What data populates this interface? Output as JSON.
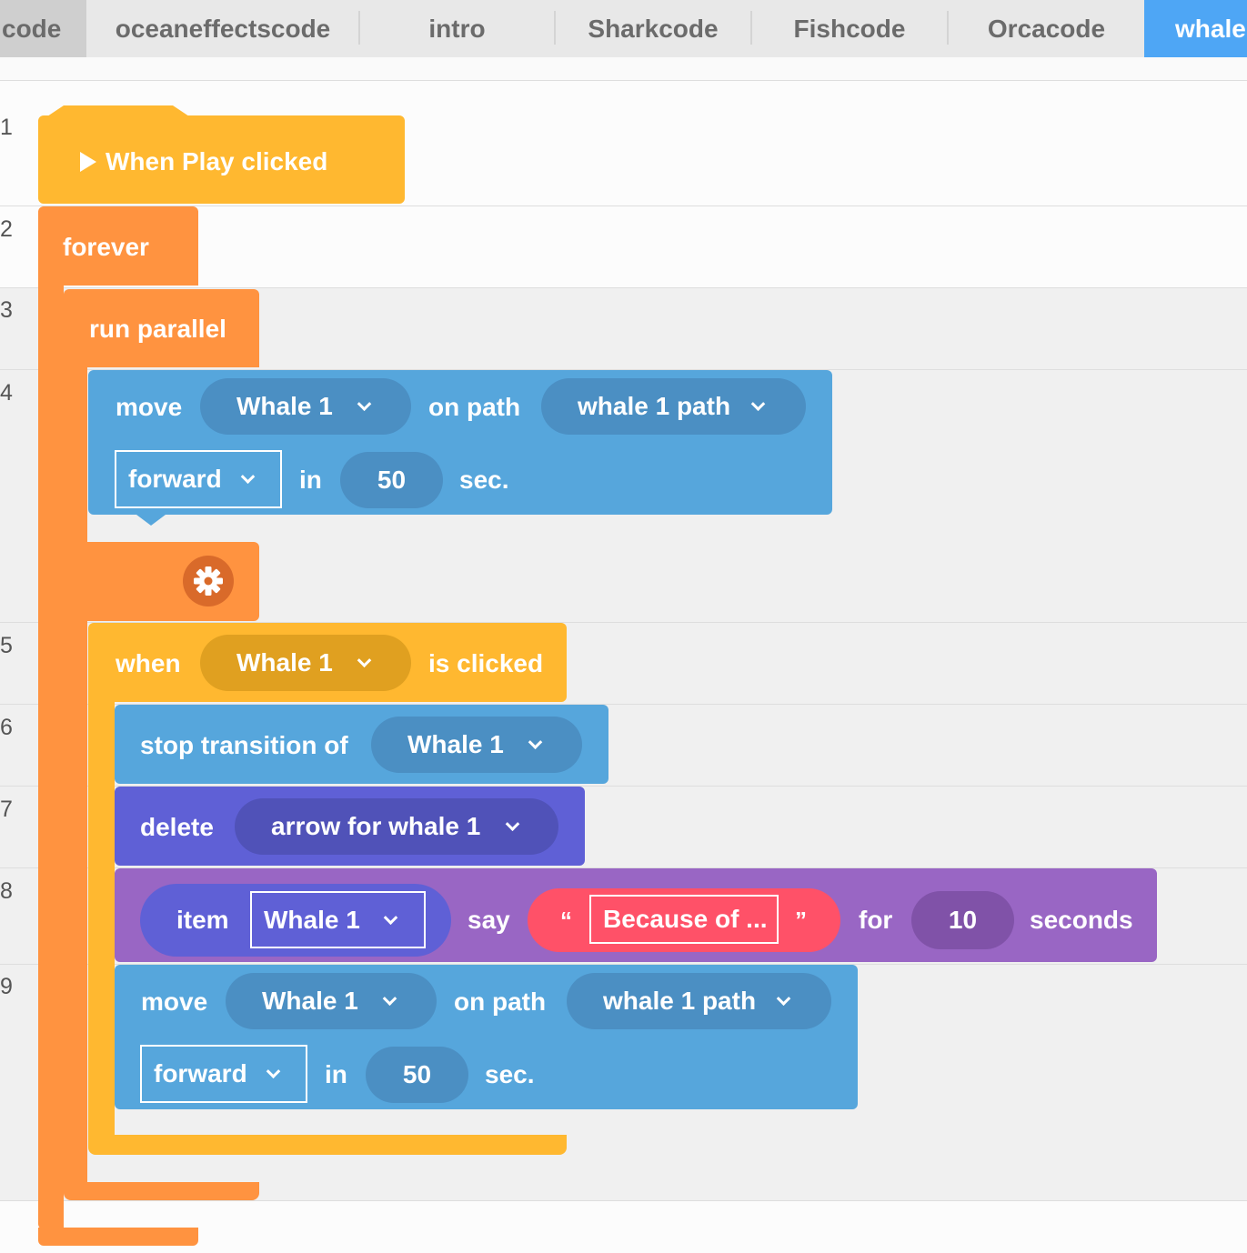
{
  "tabs": {
    "items": [
      {
        "label": "code"
      },
      {
        "label": "oceaneffectscode"
      },
      {
        "label": "intro"
      },
      {
        "label": "Sharkcode"
      },
      {
        "label": "Fishcode"
      },
      {
        "label": "Orcacode"
      },
      {
        "label": "whale"
      }
    ],
    "active_index": 6
  },
  "line_numbers": [
    "1",
    "2",
    "3",
    "4",
    "5",
    "6",
    "7",
    "8",
    "9"
  ],
  "blocks": {
    "when_play": {
      "label": "When Play clicked"
    },
    "forever": {
      "label": "forever"
    },
    "run_parallel": {
      "label": "run parallel"
    },
    "move1": {
      "move": "move",
      "target": "Whale 1",
      "on_path": "on path",
      "path": "whale 1 path",
      "direction": "forward",
      "in": "in",
      "duration": "50",
      "unit": "sec."
    },
    "when_clicked": {
      "when": "when",
      "target": "Whale 1",
      "is_clicked": "is clicked"
    },
    "stop_transition": {
      "label": "stop transition of",
      "target": "Whale 1"
    },
    "delete": {
      "label": "delete",
      "target": "arrow for whale 1"
    },
    "say": {
      "item": "item",
      "target": "Whale 1",
      "say": "say",
      "open_quote": "“",
      "text": "Because of ...",
      "close_quote": "”",
      "for": "for",
      "duration": "10",
      "unit": "seconds"
    },
    "move2": {
      "move": "move",
      "target": "Whale 1",
      "on_path": "on path",
      "path": "whale 1 path",
      "direction": "forward",
      "in": "in",
      "duration": "50",
      "unit": "sec."
    }
  },
  "colors": {
    "event_yellow": "#ffb830",
    "control_orange": "#ff9340",
    "motion_blue": "#56a6dc",
    "looks_indigo": "#5f60d6",
    "speech_purple": "#9966c4",
    "string_red": "#ff5168",
    "active_tab": "#4ea6f5"
  }
}
